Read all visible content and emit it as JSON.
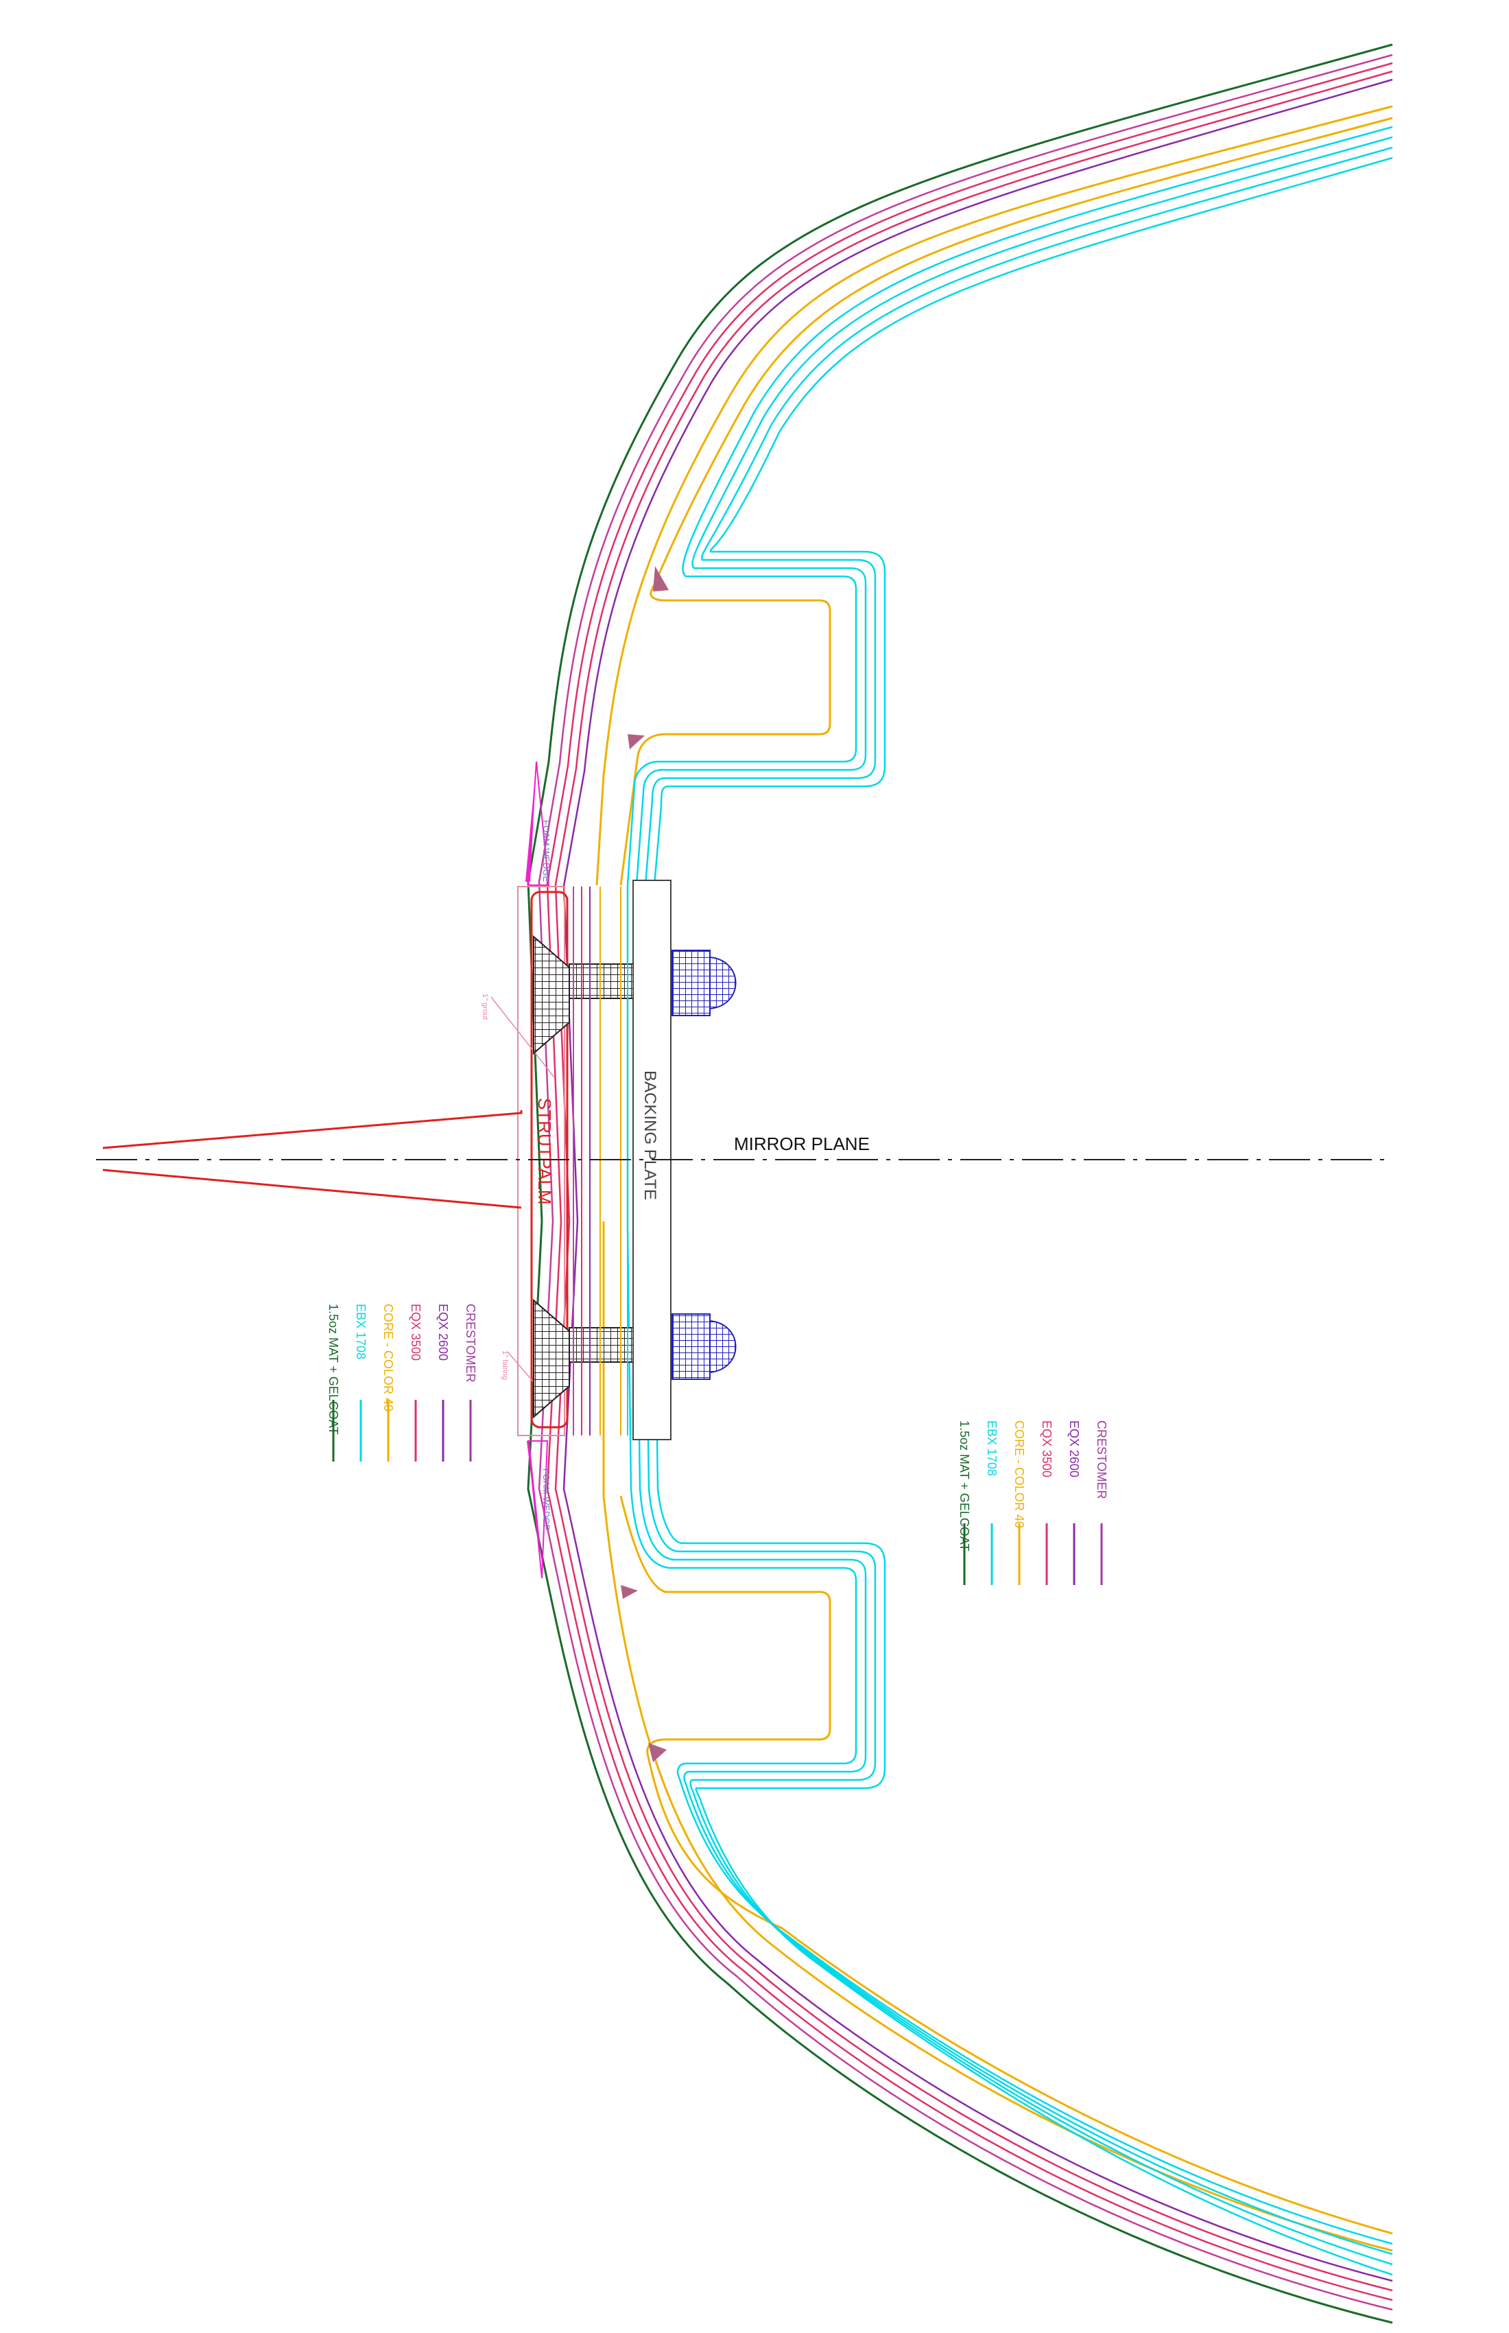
{
  "labels": {
    "mirror_plane": "MIRROR PLANE",
    "backing_plate": "BACKING PLATE",
    "strut_palm": "STRUTPALM",
    "foam_wedge_upper": "FOAM WEDGE",
    "foam_wedge_lower": "FOAM WEDGE",
    "annot_upper": "1\" grout",
    "annot_lower": "1\" fairing"
  },
  "legend_left": [
    {
      "label": "CRESTOMER",
      "color": "#a03aa0"
    },
    {
      "label": "EQX 2600",
      "color": "#8a2aa8"
    },
    {
      "label": "EQX 3500",
      "color": "#e0306a"
    },
    {
      "label": "CORE - COLOR 40",
      "color": "#f0b000"
    },
    {
      "label": "EBX 1708",
      "color": "#00d8e8"
    },
    {
      "label": "1.5oz MAT + GELCOAT",
      "color": "#1a6b2a"
    }
  ],
  "legend_right": [
    {
      "label": "CRESTOMER",
      "color": "#a03aa0"
    },
    {
      "label": "EQX 2600",
      "color": "#8a2aa8"
    },
    {
      "label": "EQX 3500",
      "color": "#e0306a"
    },
    {
      "label": "CORE - COLOR 40",
      "color": "#f0b000"
    },
    {
      "label": "EBX 1708",
      "color": "#00d8e8"
    },
    {
      "label": "1.5oz MAT + GELCOAT",
      "color": "#1a6b2a"
    }
  ],
  "colors": {
    "gelcoat": "#1a6b2a",
    "crestomer": "#a03aa0",
    "eqx2600": "#8a2aa8",
    "eqx3500": "#e0306a",
    "core": "#f0b000",
    "ebx": "#00d8e8",
    "strut": "#e02020",
    "wedge": "#ee22cc",
    "bolt": "#2020c0"
  }
}
